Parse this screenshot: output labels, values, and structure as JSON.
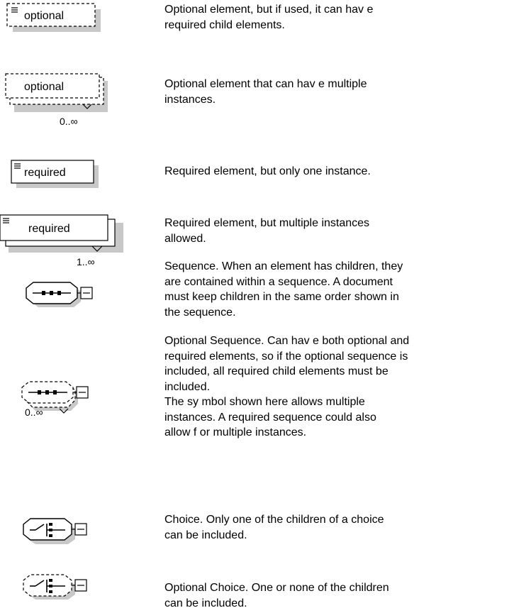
{
  "legend": [
    {
      "symbol_label": "optional",
      "multiplicity": "",
      "lines": [
        "Optional element, but if used, it can hav e",
        "required child elements."
      ]
    },
    {
      "symbol_label": "optional",
      "multiplicity": "0..∞",
      "lines": [
        "Optional element that can hav e multiple",
        "instances."
      ]
    },
    {
      "symbol_label": "required",
      "multiplicity": "",
      "lines": [
        "Required element, but only one instance."
      ]
    },
    {
      "symbol_label": "required",
      "multiplicity": "1..∞",
      "lines": [
        "Required element, but multiple instances",
        "allowed."
      ]
    },
    {
      "symbol_label": "",
      "multiplicity": "",
      "lines": [
        "Sequence.  When an element has children, they",
        "are contained within a sequence.  A document",
        "must keep children in the same order shown in",
        "the sequence."
      ]
    },
    {
      "symbol_label": "",
      "multiplicity": "0..∞",
      "lines": [
        "Optional Sequence.  Can hav e both optional and",
        "required elements, so if the optional sequence is",
        "included, all required child elements must be",
        "included.",
        "The sy mbol shown here allows multiple",
        "instances.  A required sequence could also",
        "allow f or multiple instances."
      ]
    },
    {
      "symbol_label": "",
      "multiplicity": "",
      "lines": [
        "Choice.  Only one of the children of a choice",
        "can be included."
      ]
    },
    {
      "symbol_label": "",
      "multiplicity": "",
      "lines": [
        "Optional Choice.  One or none of the children",
        "can be included."
      ]
    }
  ]
}
